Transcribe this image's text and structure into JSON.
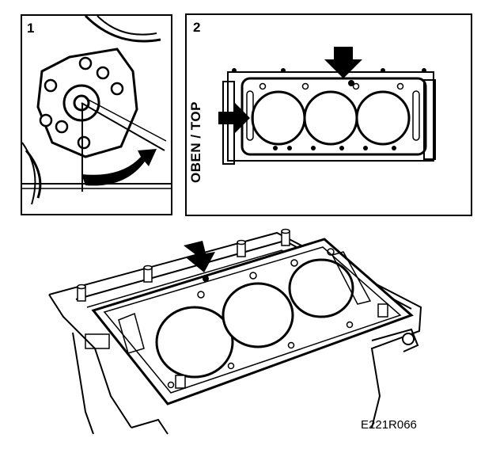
{
  "panel1": {
    "number": "1"
  },
  "panel2": {
    "number": "2",
    "orientation_label": "OBEN / TOP"
  },
  "figure_code": "E221R066"
}
